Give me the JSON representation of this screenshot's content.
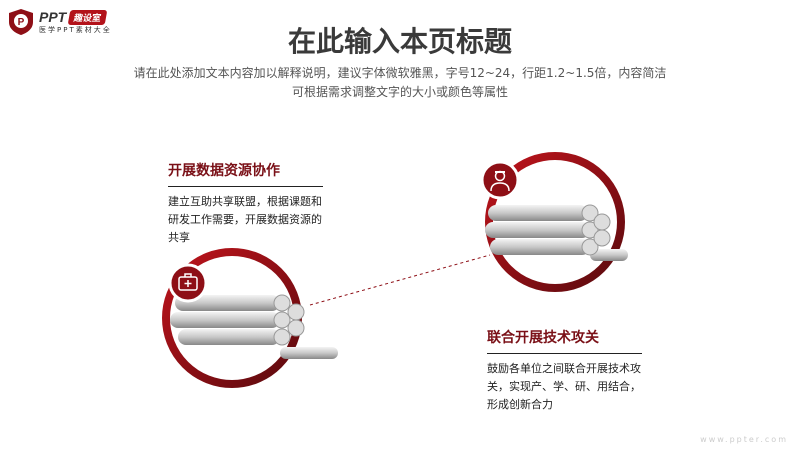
{
  "logo": {
    "brand": "PPT",
    "tag": "趣设室",
    "subtitle": "医学PPT素材大全",
    "emblem_letter": "P"
  },
  "header": {
    "title": "在此输入本页标题",
    "subtitle_line1": "请在此处添加文本内容加以解释说明，建议字体微软雅黑，字号12~24，行距1.2~1.5倍，内容简洁",
    "subtitle_line2": "可根据需求调整文字的大小或颜色等属性"
  },
  "blocks": [
    {
      "title": "开展数据资源协作",
      "text": "建立互助共享联盟，根据课题和研发工作需要，开展数据资源的共享",
      "icon": "first-aid-kit-icon"
    },
    {
      "title": "联合开展技术攻关",
      "text": "鼓励各单位之间联合开展技术攻关，实现产、学、研、用结合，形成创新合力",
      "icon": "doctor-icon"
    }
  ],
  "watermark": "www.ppter.com",
  "colors": {
    "accent": "#8e0f16",
    "text": "#3a3a3a"
  }
}
